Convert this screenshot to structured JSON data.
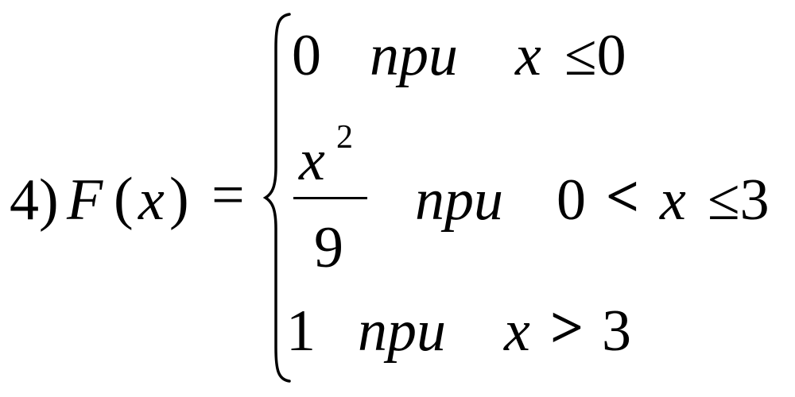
{
  "formula": {
    "label": "4)",
    "func": "F",
    "paren_open": "(",
    "arg": "x",
    "paren_close": ")",
    "equals": "=",
    "cases": [
      {
        "value": "0",
        "word": "npu",
        "condition": [
          {
            "text": "x",
            "italic": true
          },
          {
            "text": "≤0",
            "italic": false
          }
        ]
      },
      {
        "value": {
          "numerator_base": "x",
          "numerator_exp": "2",
          "denominator": "9"
        },
        "word": "npu",
        "condition": [
          {
            "text": "0",
            "italic": false
          },
          {
            "text": "<",
            "italic": false
          },
          {
            "text": "x",
            "italic": true
          },
          {
            "text": "≤3",
            "italic": false
          }
        ]
      },
      {
        "value": "1",
        "word": "npu",
        "condition": [
          {
            "text": "x",
            "italic": true
          },
          {
            "text": ">",
            "italic": false
          },
          {
            "text": "3",
            "italic": false
          }
        ]
      }
    ]
  }
}
